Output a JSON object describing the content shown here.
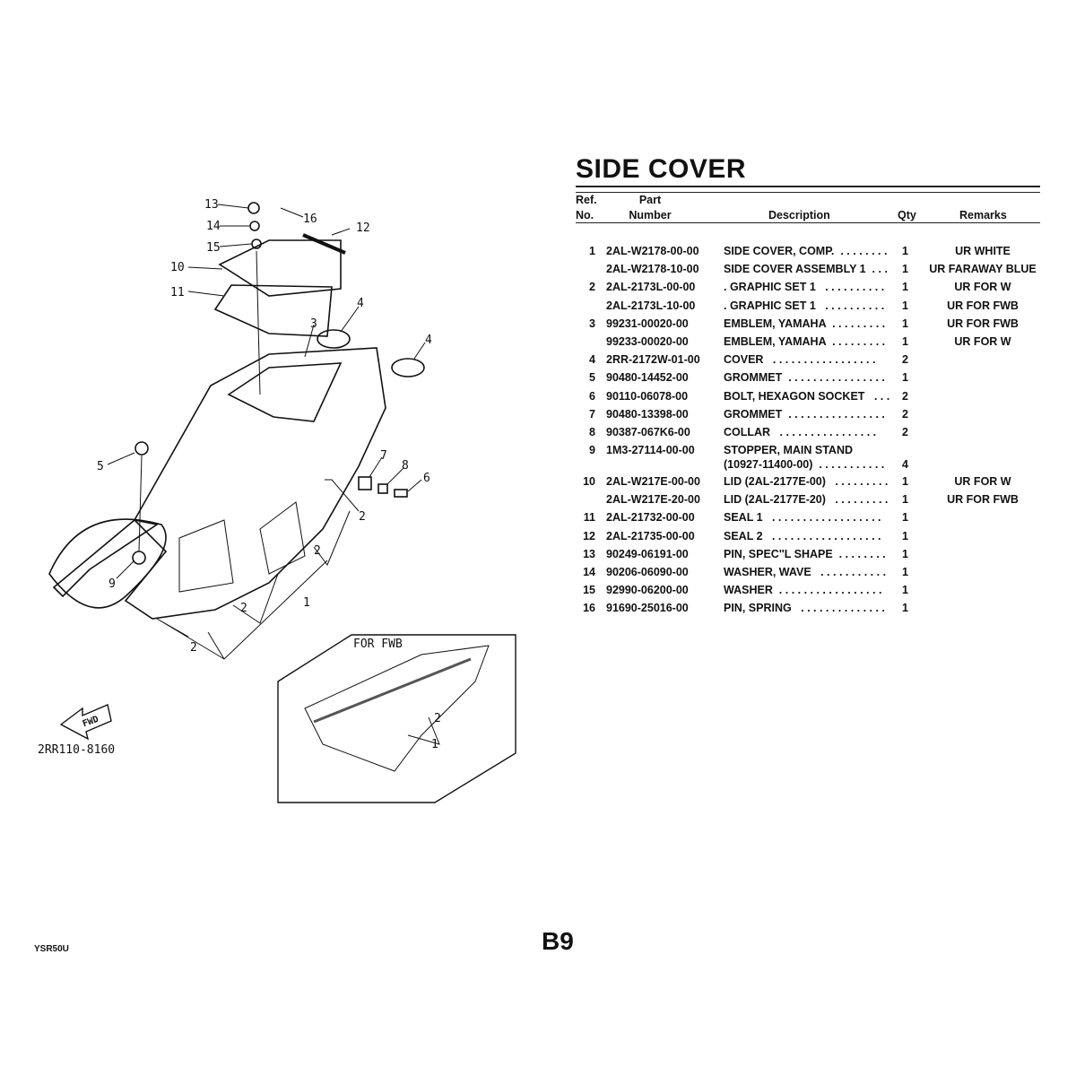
{
  "title": "SIDE COVER",
  "header": {
    "ref_line1": "Ref.",
    "ref_line2": "No.",
    "part_line1": "Part",
    "part_line2": "Number",
    "description": "Description",
    "qty": "Qty",
    "remarks": "Remarks"
  },
  "rows": [
    {
      "ref": "1",
      "part": "2AL-W2178-00-00",
      "desc": "SIDE COVER, COMP.  . . . . . . . .",
      "qty": "1",
      "remarks": "UR WHITE"
    },
    {
      "ref": "",
      "part": "2AL-W2178-10-00",
      "desc": "SIDE COVER ASSEMBLY 1  . . .",
      "qty": "1",
      "remarks": "UR FARAWAY BLUE"
    },
    {
      "ref": "2",
      "part": "2AL-2173L-00-00",
      "desc": ". GRAPHIC SET 1   . . . . . . . . . .",
      "qty": "1",
      "remarks": "UR FOR W"
    },
    {
      "ref": "",
      "part": "2AL-2173L-10-00",
      "desc": ". GRAPHIC SET 1   . . . . . . . . . .",
      "qty": "1",
      "remarks": "UR FOR FWB"
    },
    {
      "ref": "3",
      "part": "99231-00020-00",
      "desc": "EMBLEM, YAMAHA  . . . . . . . . .",
      "qty": "1",
      "remarks": "UR FOR FWB"
    },
    {
      "ref": "",
      "part": "99233-00020-00",
      "desc": "EMBLEM, YAMAHA  . . . . . . . . .",
      "qty": "1",
      "remarks": "UR FOR W"
    },
    {
      "ref": "4",
      "part": "2RR-2172W-01-00",
      "desc": "COVER   . . . . . . . . . . . . . . . . .",
      "qty": "2",
      "remarks": ""
    },
    {
      "ref": "5",
      "part": "90480-14452-00",
      "desc": "GROMMET  . . . . . . . . . . . . . . . .",
      "qty": "1",
      "remarks": ""
    },
    {
      "ref": "6",
      "part": "90110-06078-00",
      "desc": "BOLT, HEXAGON SOCKET   . . .",
      "qty": "2",
      "remarks": ""
    },
    {
      "ref": "7",
      "part": "90480-13398-00",
      "desc": "GROMMET  . . . . . . . . . . . . . . . .",
      "qty": "2",
      "remarks": ""
    },
    {
      "ref": "8",
      "part": "90387-067K6-00",
      "desc": "COLLAR   . . . . . . . . . . . . . . . .",
      "qty": "2",
      "remarks": ""
    },
    {
      "ref": "9",
      "part": "1M3-27114-00-00",
      "desc": "STOPPER, MAIN STAND\n(10927-11400-00)  . . . . . . . . . . .",
      "qty": "4",
      "remarks": ""
    },
    {
      "ref": "10",
      "part": "2AL-W217E-00-00",
      "desc": "LID (2AL-2177E-00)   . . . . . . . . .",
      "qty": "1",
      "remarks": "UR FOR W"
    },
    {
      "ref": "",
      "part": "2AL-W217E-20-00",
      "desc": "LID (2AL-2177E-20)   . . . . . . . . .",
      "qty": "1",
      "remarks": "UR FOR FWB"
    },
    {
      "ref": "11",
      "part": "2AL-21732-00-00",
      "desc": "SEAL 1   . . . . . . . . . . . . . . . . . .",
      "qty": "1",
      "remarks": ""
    },
    {
      "ref": "12",
      "part": "2AL-21735-00-00",
      "desc": "SEAL 2   . . . . . . . . . . . . . . . . . .",
      "qty": "1",
      "remarks": ""
    },
    {
      "ref": "13",
      "part": "90249-06191-00",
      "desc": "PIN, SPEC''L SHAPE  . . . . . . . .",
      "qty": "1",
      "remarks": ""
    },
    {
      "ref": "14",
      "part": "90206-06090-00",
      "desc": "WASHER, WAVE   . . . . . . . . . . .",
      "qty": "1",
      "remarks": ""
    },
    {
      "ref": "15",
      "part": "92990-06200-00",
      "desc": "WASHER  . . . . . . . . . . . . . . . . .",
      "qty": "1",
      "remarks": ""
    },
    {
      "ref": "16",
      "part": "91690-25016-00",
      "desc": "PIN, SPRING   . . . . . . . . . . . . . .",
      "qty": "1",
      "remarks": ""
    }
  ],
  "diagram": {
    "callouts": [
      "13",
      "16",
      "14",
      "12",
      "15",
      "10",
      "11",
      "4",
      "3",
      "4",
      "5",
      "7",
      "8",
      "6",
      "2",
      "2",
      "9",
      "1",
      "2",
      "2"
    ],
    "inset_label": "FOR FWB",
    "inset_callouts": [
      "2",
      "1"
    ],
    "fwd_label": "FWD",
    "drawing_code": "2RR110-8160"
  },
  "footer": {
    "model_code": "YSR50U",
    "page": "B9"
  }
}
